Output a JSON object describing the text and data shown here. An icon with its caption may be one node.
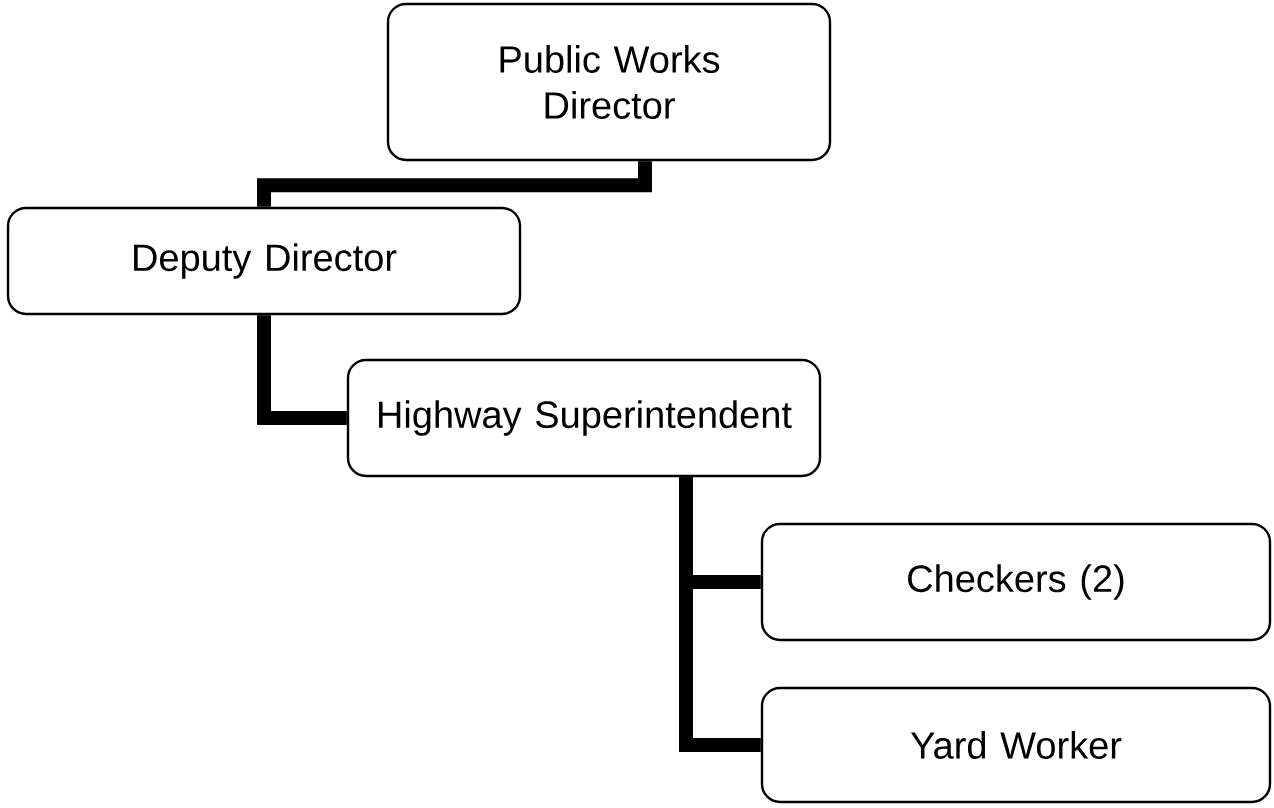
{
  "diagram": {
    "nodes": [
      {
        "text": [
          "Public Works Director"
        ]
      },
      {
        "text": [
          "Deputy Director"
        ]
      },
      {
        "text": [
          "Highway Superintendent"
        ]
      },
      {
        "text": [
          "Checkers (2)"
        ]
      },
      {
        "text": [
          "Yard Worker"
        ]
      }
    ],
    "edges": [
      {
        "from": 0,
        "to": 1,
        "arrow": "none"
      },
      {
        "from": 1,
        "to": 2,
        "arrow": "none"
      },
      {
        "from": 2,
        "to": 3,
        "arrow": "none"
      },
      {
        "from": 2,
        "to": 4,
        "arrow": "none"
      }
    ]
  }
}
